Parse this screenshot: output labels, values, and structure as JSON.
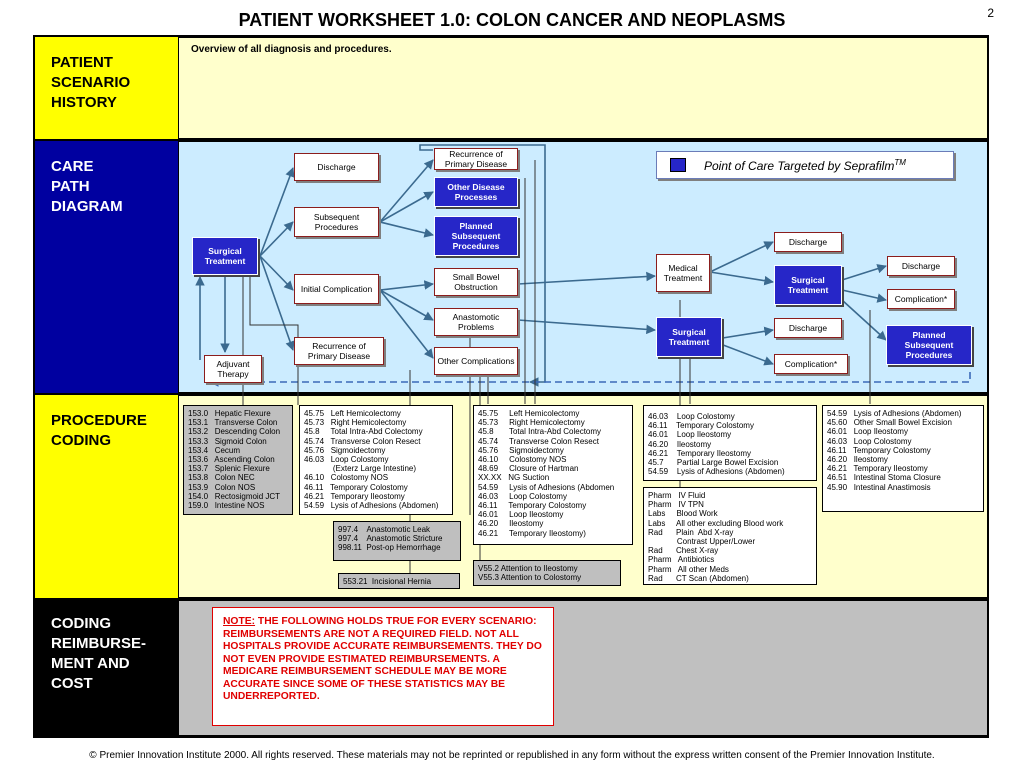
{
  "page": {
    "number": "2",
    "title": "PATIENT WORKSHEET 1.0:  COLON CANCER AND NEOPLASMS",
    "footer": "© Premier Innovation Institute 2000.  All rights reserved. These materials may not be reprinted or republished in any form without the express written consent of the Premier Innovation Institute."
  },
  "sections": {
    "history_label": "PATIENT SCENARIO HISTORY",
    "history_text": "Overview of all diagnosis and procedures.",
    "care_label": "CARE PATH DIAGRAM",
    "coding_label": "PROCEDURE CODING",
    "reimb_label": "CODING REIMBURSE-MENT AND COST"
  },
  "colors": {
    "history_bg": "#ffffcc",
    "care_bg": "#ccecff",
    "label_yellow": "#ffff00",
    "label_blue": "#0000a0",
    "accent_blue": "#2626c8",
    "note_red": "#e00000"
  },
  "legend": {
    "text": "Point of Care Targeted by Seprafilm",
    "sup": "TM"
  },
  "nodes": {
    "surgical_treatment_1": "Surgical Treatment",
    "adjuvant_therapy": "Adjuvant Therapy",
    "discharge_1": "Discharge",
    "subsequent_procedures": "Subsequent Procedures",
    "initial_complication": "Initial Complication",
    "recurrence_1": "Recurrence of Primary Disease",
    "recurrence_2": "Recurrence of Primary Disease",
    "other_disease": "Other Disease Processes",
    "planned_subsequent_1": "Planned Subsequent Procedures",
    "small_bowel": "Small Bowel Obstruction",
    "anastomotic": "Anastomotic Problems",
    "other_complications": "Other Complications",
    "medical_treatment": "Medical Treatment",
    "surgical_treatment_2": "Surgical Treatment",
    "surgical_treatment_3": "Surgical Treatment",
    "discharge_2": "Discharge",
    "discharge_3": "Discharge",
    "discharge_4": "Discharge",
    "complication_1": "Complication*",
    "complication_2": "Complication*",
    "planned_subsequent_2": "Planned Subsequent Procedures"
  },
  "codes": {
    "diag_icd": [
      "153.0   Hepatic Flexure",
      "153.1   Transverse Colon",
      "153.2   Descending Colon",
      "153.3   Sigmoid Colon",
      "153.4   Cecum",
      "153.6   Ascending Colon",
      "153.7   Splenic Flexure",
      "153.8   Colon NEC",
      "153.9   Colon NOS",
      "154.0   Rectosigmoid JCT",
      "159.0   Intestine NOS"
    ],
    "proc_initial": [
      "45.75   Left Hemicolectomy",
      "45.73   Right Hemicolectomy",
      "45.8     Total Intra-Abd Colectomy",
      "45.74   Transverse Colon Resect",
      "45.76   Sigmoidectomy",
      "46.03   Loop Colostomy",
      "             (Exterz Large Intestine)",
      "46.10   Colostomy NOS",
      "46.11   Temporary Colostomy",
      "46.21   Temporary Ileostomy",
      "54.59   Lysis of Adhesions (Abdomen)"
    ],
    "anastomotic_codes": [
      "997.4    Anastomotic Leak",
      "997.4    Anastomotic Stricture",
      "998.11  Post-op Hemorrhage"
    ],
    "hernia": "553.21  Incisional Hernia",
    "proc_recurrence": [
      "45.75     Left Hemicolectomy",
      "45.73     Right Hemicolectomy",
      "45.8       Total Intra-Abd Colectomy",
      "45.74     Transverse Colon Resect",
      "45.76     Sigmoidectomy",
      "46.10     Colostomy NOS",
      "48.69     Closure of Hartman",
      "XX.XX   NG Suction",
      "54.59     Lysis of Adhesions (Abdomen",
      "46.03     Loop Colostomy",
      "46.11     Temporary Colostomy",
      "46.01     Loop Ileostomy",
      "46.20     Ileostomy",
      "46.21     Temporary Ileostomy)"
    ],
    "v_codes": [
      "V55.2 Attention to Ileostomy",
      "V55.3 Attention to Colostomy"
    ],
    "proc_subsequent": [
      "46.03    Loop Colostomy",
      "46.11    Temporary Colostomy",
      "46.01    Loop Ileostomy",
      "46.20    Ileostomy",
      "46.21    Temporary Ileostomy",
      "45.7      Partial Large Bowel Excision",
      "54.59    Lysis of Adhesions (Abdomen)"
    ],
    "medical": [
      "Pharm   IV Fluid",
      "Pharm   IV TPN",
      "Labs     Blood Work",
      "Labs     All other excluding Blood work",
      "Rad      Plain  Abd X-ray",
      "             Contrast Upper/Lower",
      "Rad      Chest X-ray",
      "Pharm   Antibiotics",
      "Pharm   All other Meds",
      "Rad      CT Scan (Abdomen)"
    ],
    "planned": [
      "54.59   Lysis of Adhesions (Abdomen)",
      "45.60   Other Small Bowel Excision",
      "46.01   Loop Ileostomy",
      "46.03   Loop Colostomy",
      "46.11   Temporary Colostomy",
      "46.20   Ileostomy",
      "46.21   Temporary Ileostomy",
      "46.51   Intestinal Stoma Closure",
      "45.90   Intestinal Anastimosis"
    ]
  },
  "note": {
    "lead": "NOTE:",
    "text": "  THE FOLLOWING HOLDS TRUE FOR EVERY SCENARIO:  REIMBURSEMENTS ARE NOT A REQUIRED FIELD. NOT ALL HOSPITALS PROVIDE ACCURATE REIMBURSEMENTS.  THEY DO NOT EVEN PROVIDE ESTIMATED REIMBURSEMENTS.  A MEDICARE REIMBURSEMENT SCHEDULE MAY BE MORE ACCURATE SINCE SOME OF THESE STATISTICS MAY BE UNDERREPORTED."
  }
}
